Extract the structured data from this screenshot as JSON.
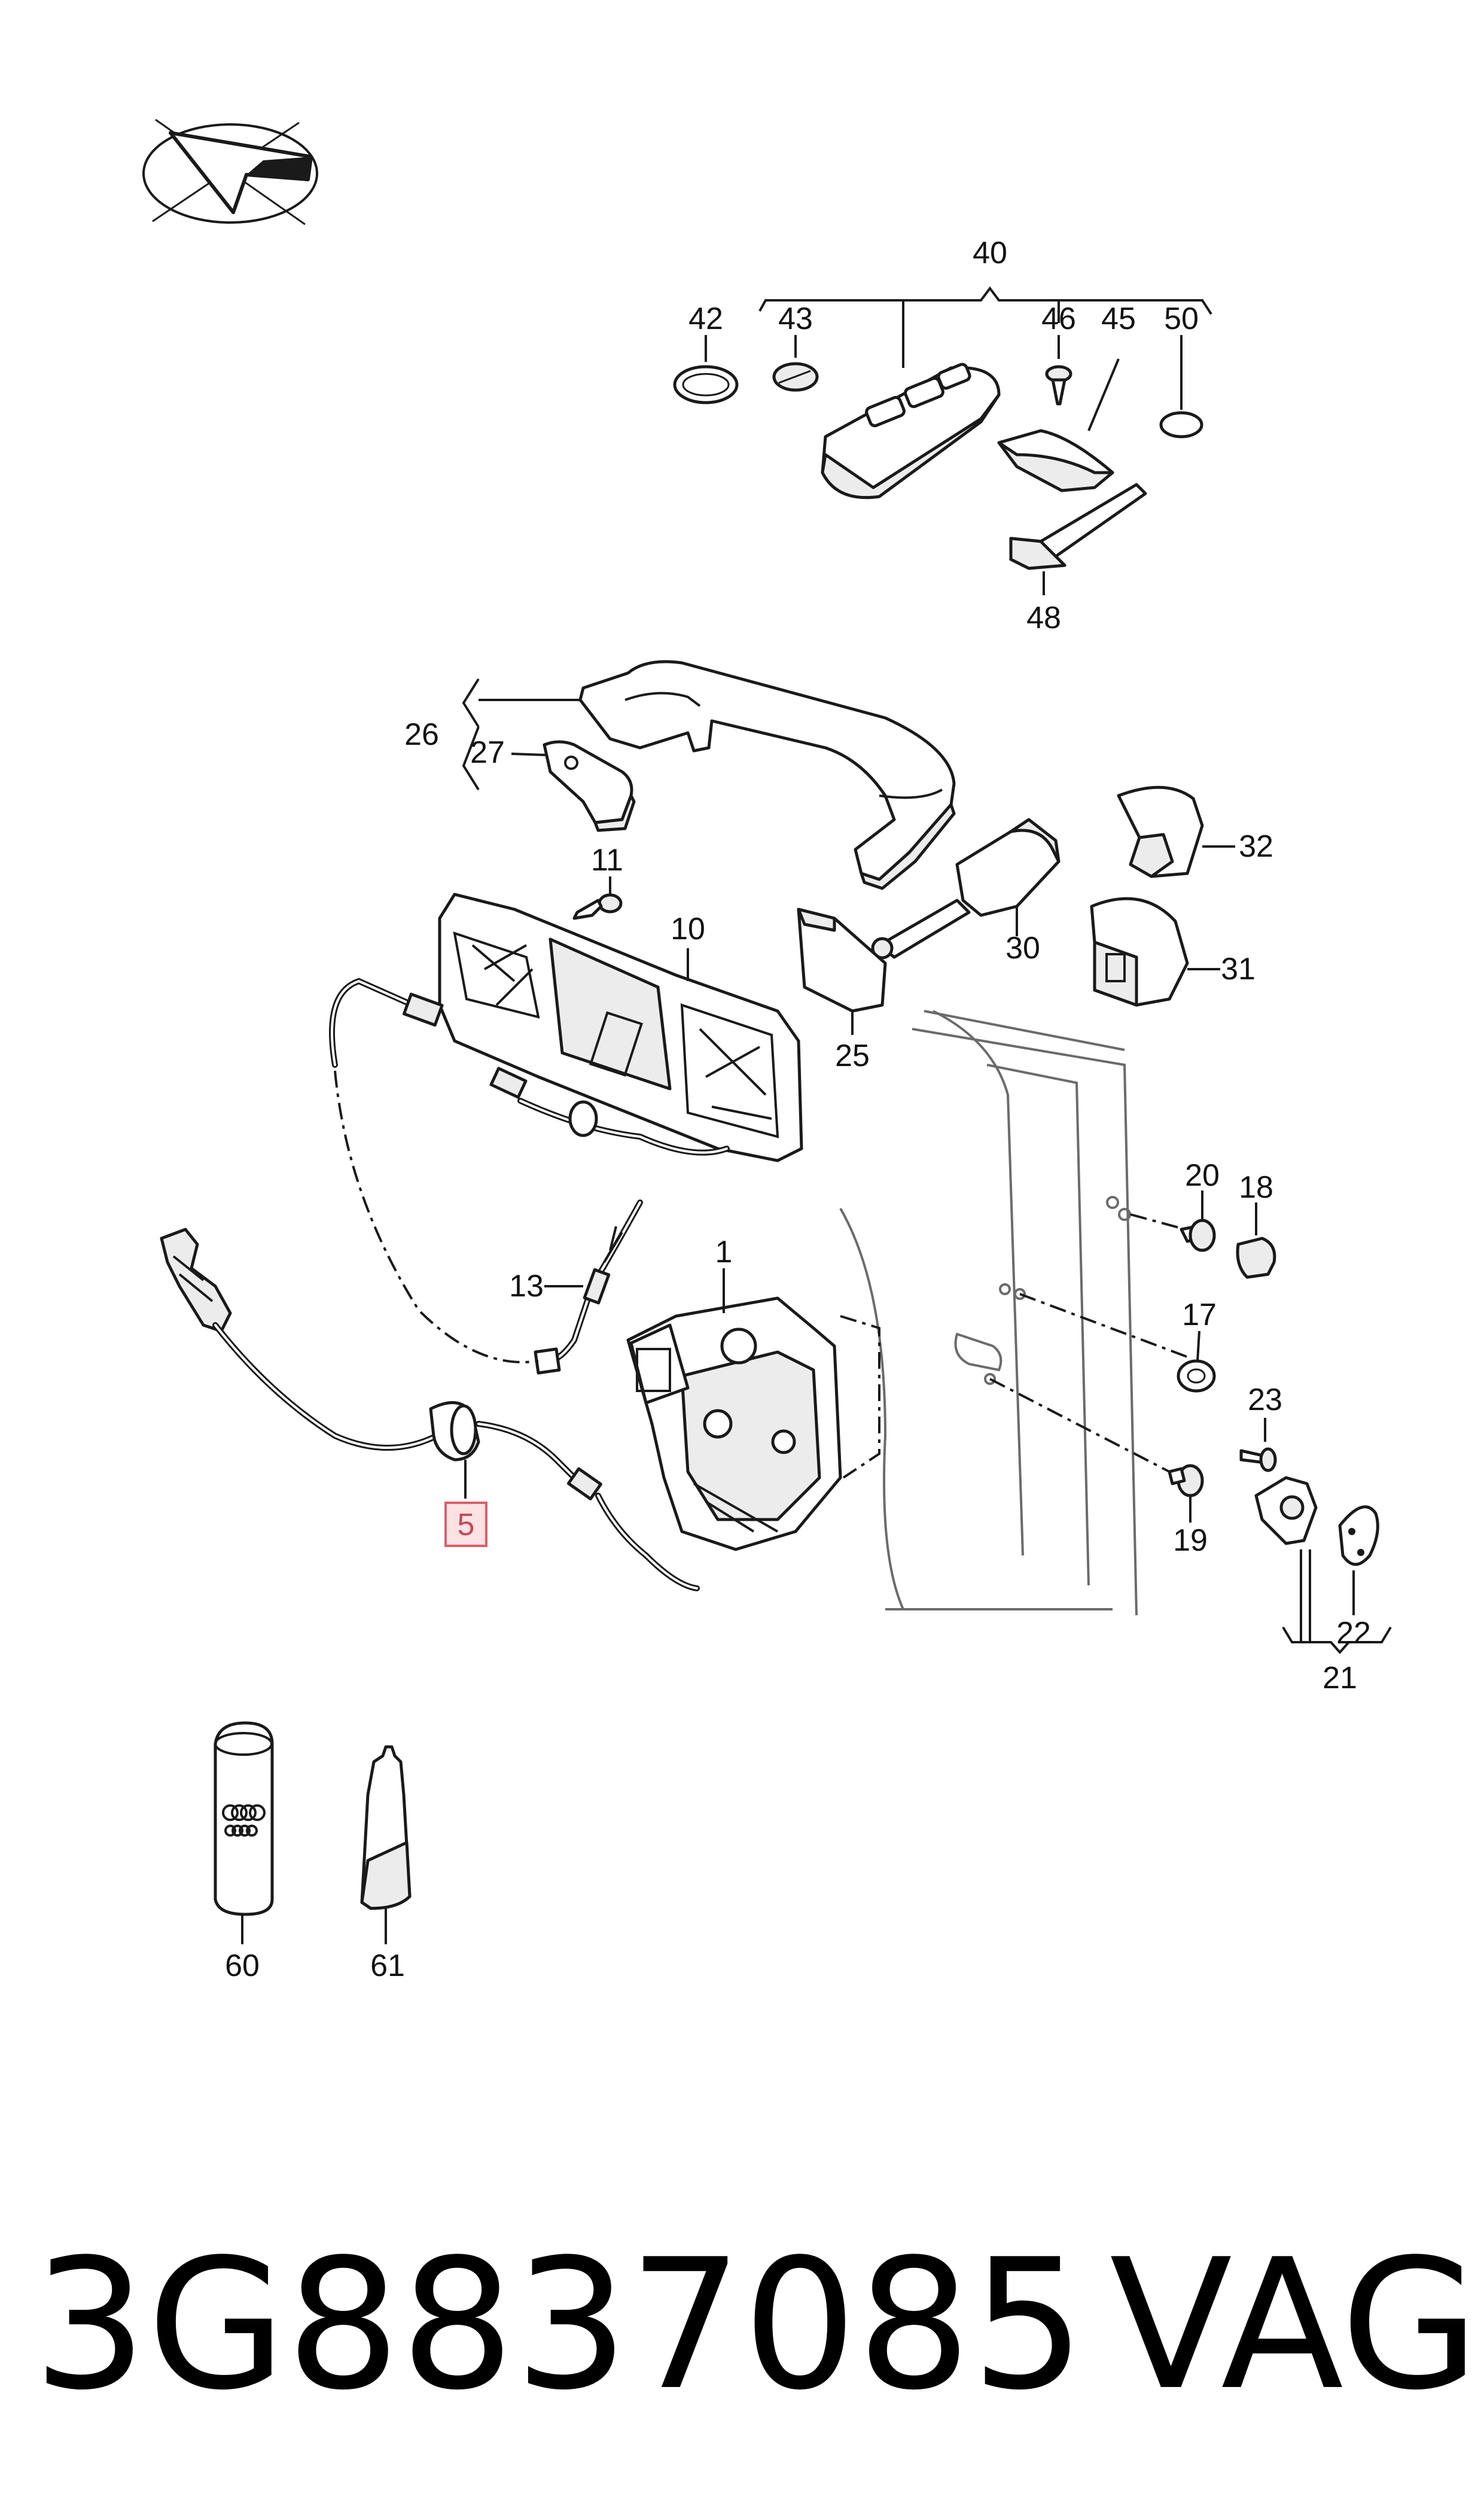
{
  "part_labels": {
    "p40": "40",
    "p42": "42",
    "p43": "43",
    "p46": "46",
    "p45": "45",
    "p50": "50",
    "p48": "48",
    "p26": "26",
    "p27": "27",
    "p11": "11",
    "p10": "10",
    "p32": "32",
    "p30": "30",
    "p31": "31",
    "p25": "25",
    "p20": "20",
    "p18": "18",
    "p1": "1",
    "p13": "13",
    "p17": "17",
    "p5": "5",
    "p23": "23",
    "p19": "19",
    "p22": "22",
    "p21": "21",
    "p60": "60",
    "p61": "61"
  },
  "highlighted_part": "5",
  "footer": {
    "part_number": "3G8837085",
    "brand": "VAG"
  },
  "colors": {
    "highlight_fill": "#fde2e4",
    "highlight_stroke": "#d9606c"
  }
}
